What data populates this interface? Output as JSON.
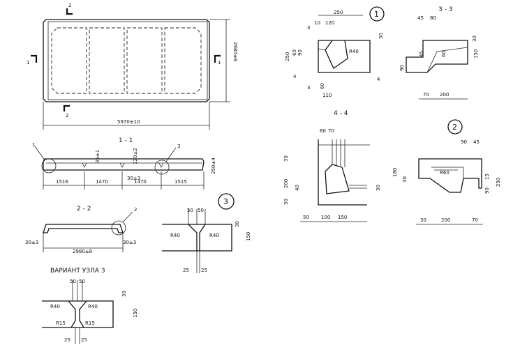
{
  "plan": {
    "width_dim": "5970±10",
    "height_dim": "2980±8",
    "cut_1_label": "1",
    "cut_2_label": "2"
  },
  "section_1_1": {
    "title": "1 - 1",
    "callout_1": "1",
    "callout_3": "3",
    "dims": [
      "1516",
      "1470",
      "1470",
      "1515"
    ],
    "depth_mid": "35±1",
    "rib_height": "120±2",
    "joint": "30±3",
    "thickness": "250±4"
  },
  "section_2_2": {
    "title": "2 - 2",
    "callout": "2",
    "dim_total": "2980±8",
    "dim_left": "30±3",
    "dim_right": "30±3"
  },
  "node_3": {
    "callout": "3",
    "dim_a": "50",
    "dim_b": "50",
    "dim_h1": "30",
    "dim_h2": "150",
    "r_left": "R40",
    "r_right": "R40",
    "dim_c": "25",
    "dim_d": "25"
  },
  "variant_node_3": {
    "title": "ВАРИАНТ УЗЛА 3",
    "dim_a": "50",
    "dim_b": "50",
    "dim_h1": "30",
    "dim_h2": "150",
    "r_top_left": "R40",
    "r_top_right": "R40",
    "r_bot_left": "R15",
    "r_bot_right": "R15",
    "dim_c": "25",
    "dim_d": "25"
  },
  "node_1": {
    "callout": "1",
    "dim_top": "250",
    "dim_120": "120",
    "dim_10": "10",
    "dim_30": "30",
    "dim_height": "250",
    "dim_90": "90",
    "dim_60": "60",
    "radius": "R40",
    "dim_60b": "60",
    "dim_110": "110",
    "cut_label_3": "3",
    "cut_label_4": "4"
  },
  "section_3_3": {
    "title": "3 - 3",
    "dim_45": "45",
    "dim_80": "80",
    "dim_30": "30",
    "dim_60": "60",
    "dim_150": "150",
    "dim_45b": "45",
    "dim_90": "90",
    "dim_70": "70",
    "dim_200": "200"
  },
  "section_4_4": {
    "title": "4 - 4",
    "dim_60": "60",
    "dim_70": "70",
    "dim_30a": "30",
    "dim_200": "200",
    "dim_40": "40",
    "dim_30b": "30",
    "dim_50": "50",
    "dim_100": "100",
    "dim_150": "150",
    "dim_30c": "30"
  },
  "node_2": {
    "callout": "2",
    "dim_90": "90",
    "dim_45": "45",
    "dim_180": "180",
    "dim_30": "30",
    "radius": "R60",
    "dim_15": "15",
    "dim_90b": "90",
    "dim_250": "250",
    "dim_30b": "30",
    "dim_200": "200",
    "dim_70": "70"
  }
}
